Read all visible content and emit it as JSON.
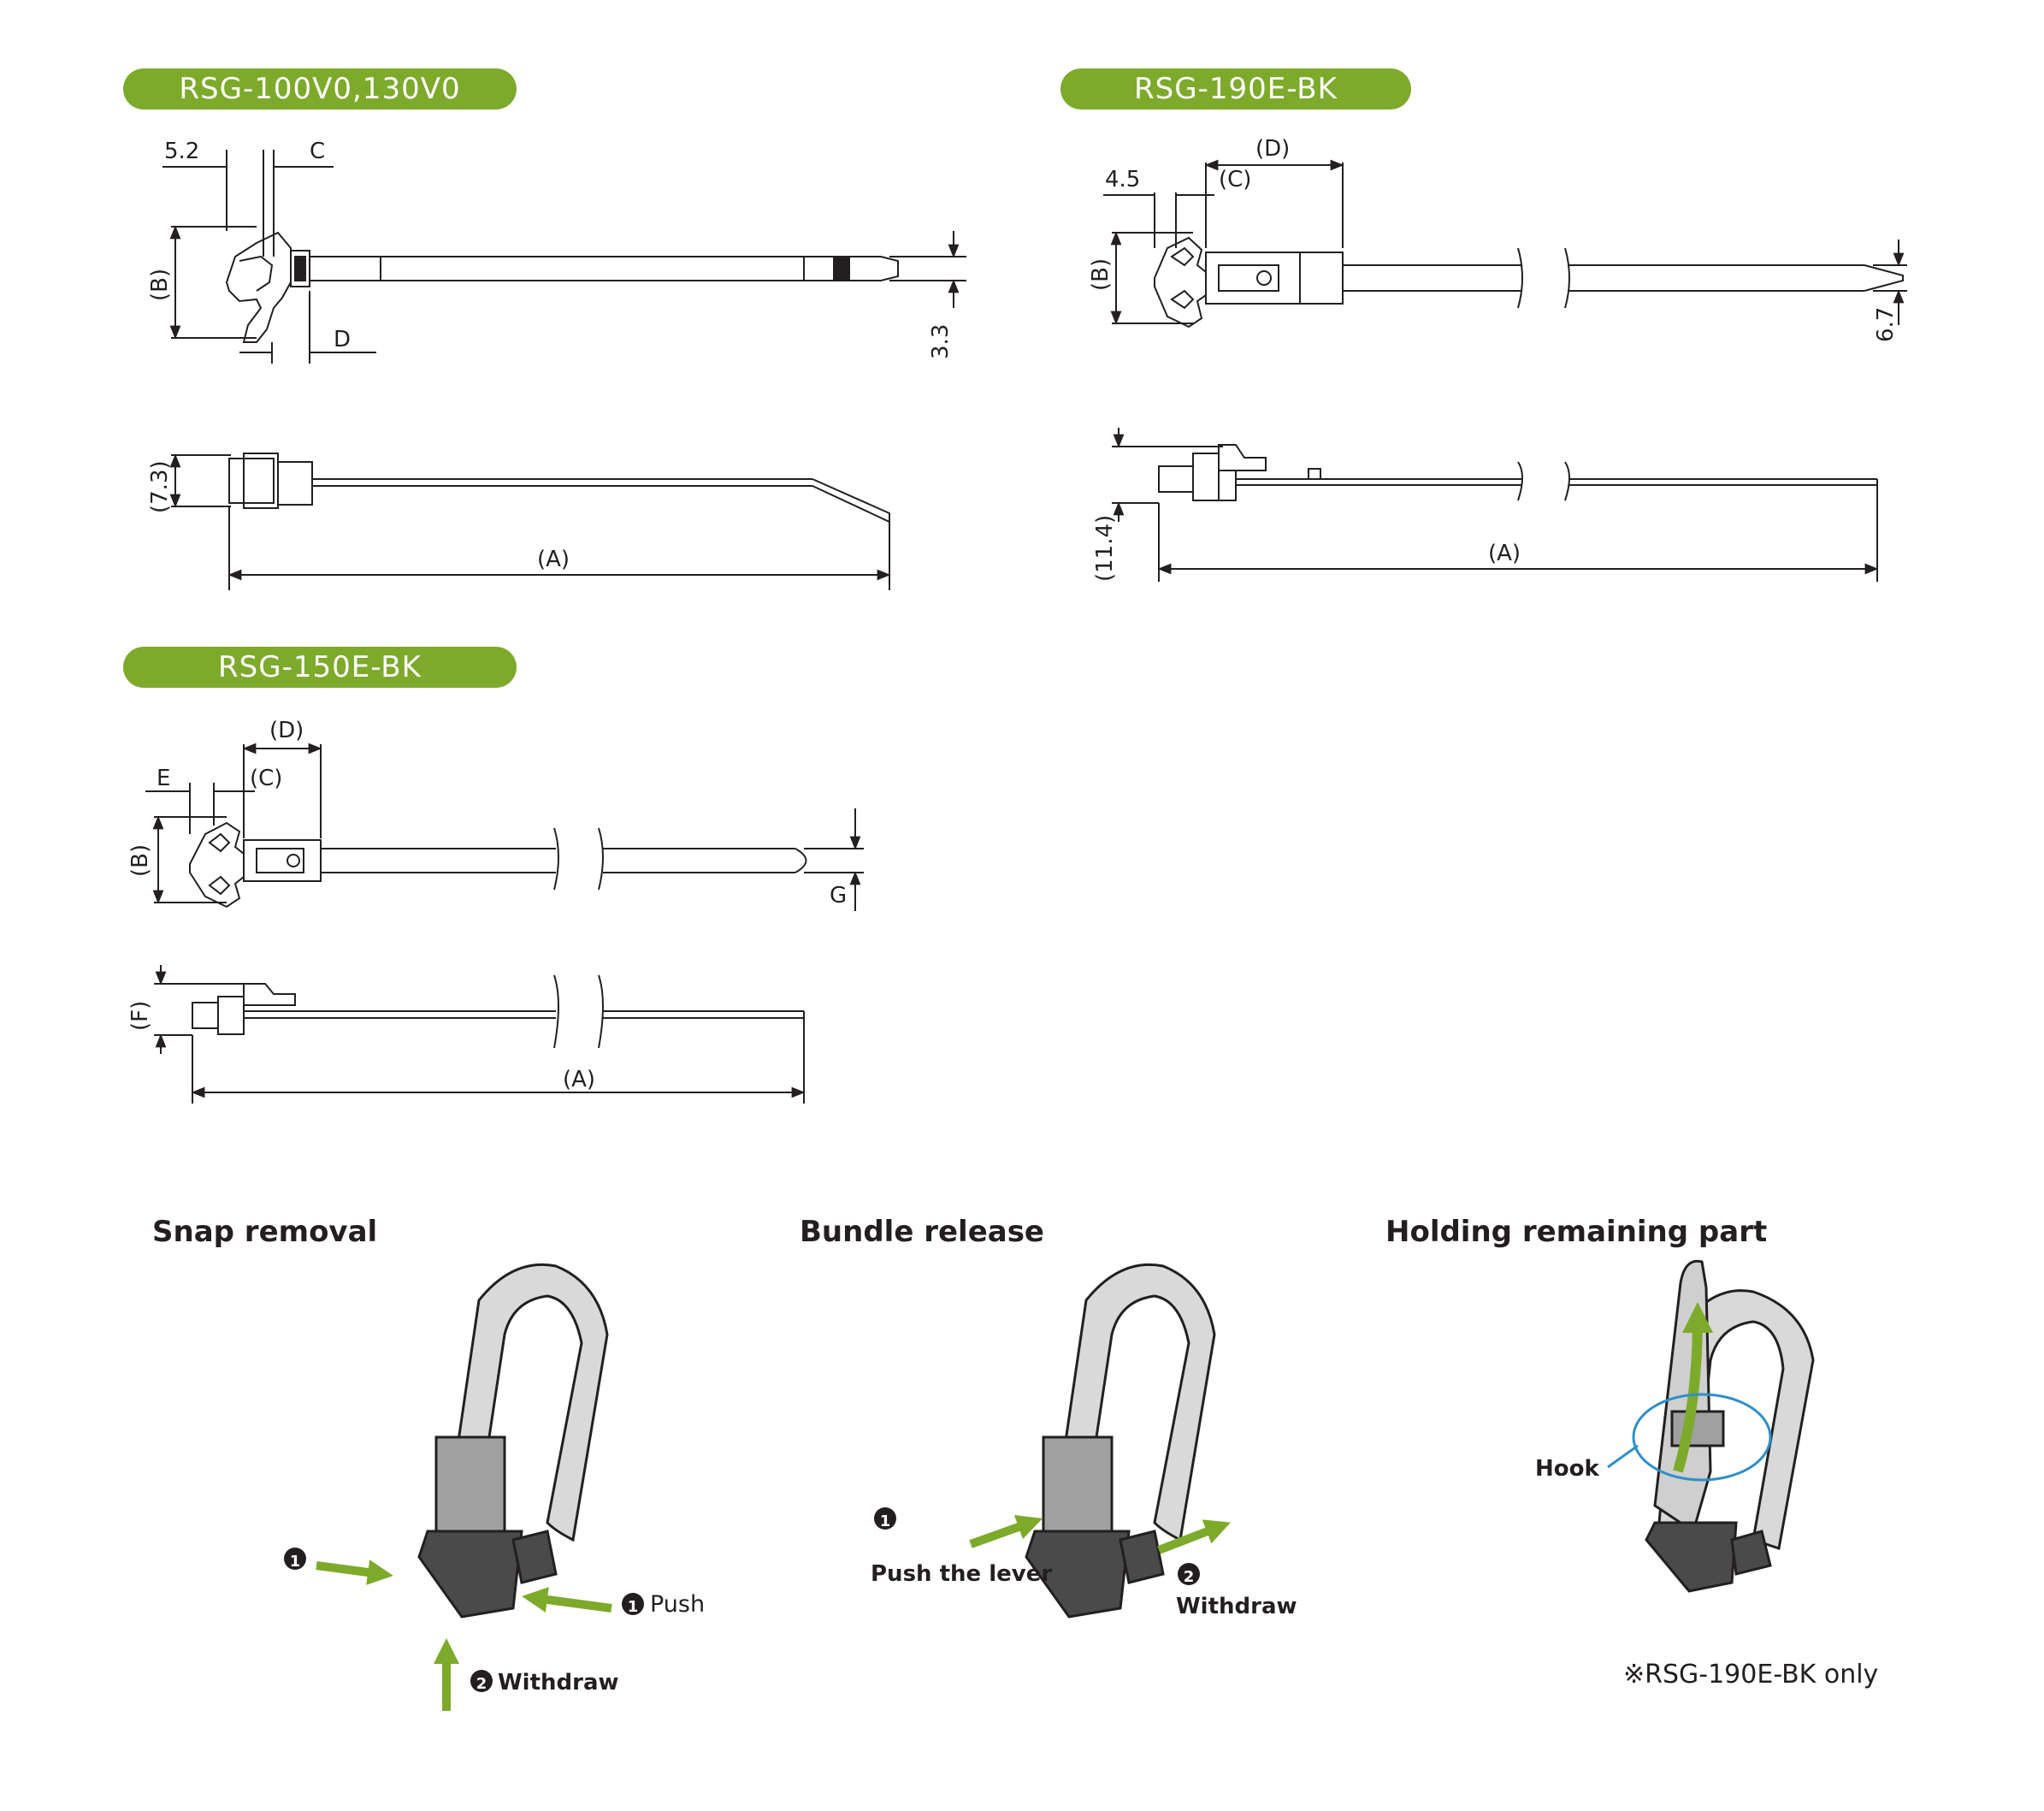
{
  "sections": {
    "rsg100": {
      "title": "RSG-100V0,130V0",
      "dims": {
        "c52": "5.2",
        "c": "C",
        "b": "(B)",
        "d": "D",
        "g33": "3.3",
        "h73": "(7.3)",
        "a": "(A)"
      }
    },
    "rsg190": {
      "title": "RSG-190E-BK",
      "dims": {
        "d": "(D)",
        "c45": "4.5",
        "c": "(C)",
        "b": "(B)",
        "g67": "6.7",
        "h114": "(11.4)",
        "a": "(A)"
      }
    },
    "rsg150": {
      "title": "RSG-150E-BK",
      "dims": {
        "d": "(D)",
        "e": "E",
        "c": "(C)",
        "b": "(B)",
        "g": "G",
        "f": "(F)",
        "a": "(A)"
      }
    }
  },
  "usage": {
    "snap_removal": {
      "title": "Snap removal",
      "push": "Push",
      "withdraw": "Withdraw",
      "step1": "1",
      "step2": "2"
    },
    "bundle_release": {
      "title": "Bundle release",
      "push_lever": "Push the lever",
      "withdraw": "Withdraw",
      "step1": "1",
      "step2": "2"
    },
    "holding": {
      "title": "Holding remaining part",
      "hook": "Hook",
      "note": "※RSG-190E-BK only"
    }
  },
  "colors": {
    "accent": "#7daa2b",
    "ink": "#231f20",
    "hook_ring": "#2e8fc9"
  }
}
